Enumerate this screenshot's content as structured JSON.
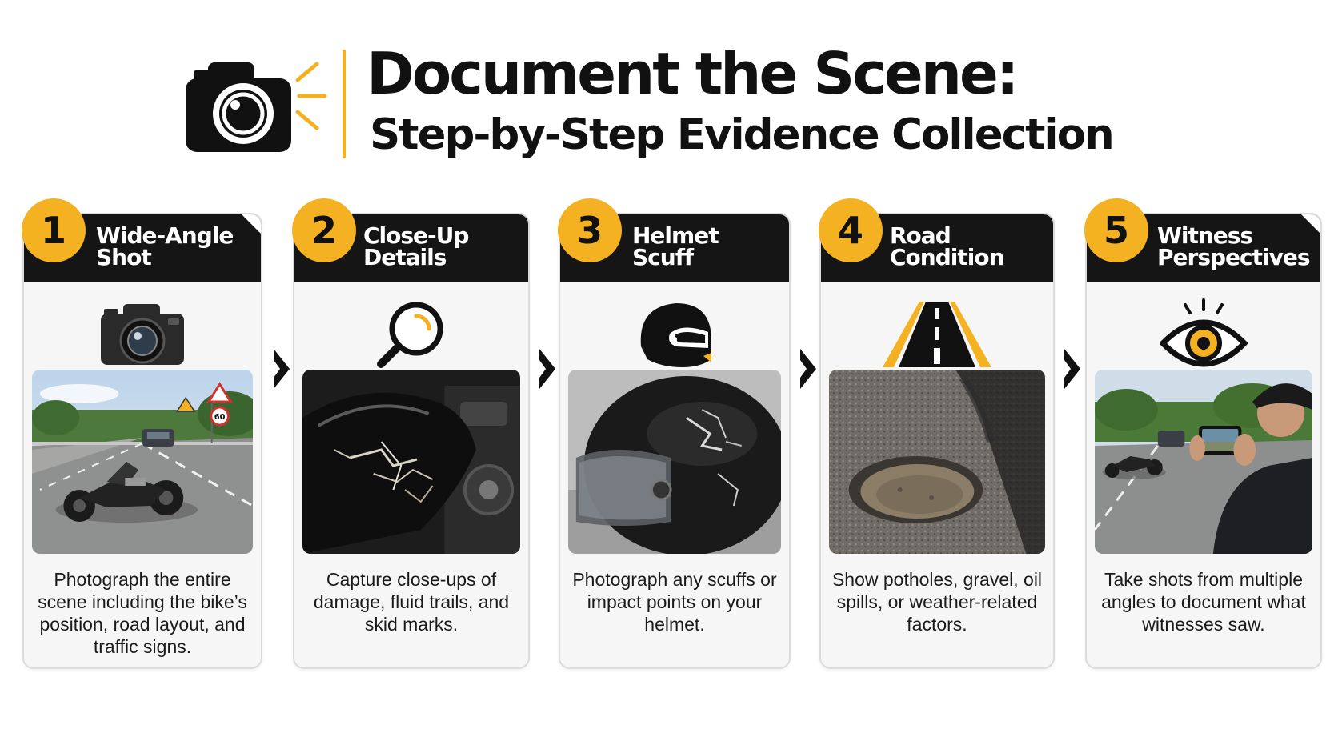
{
  "header": {
    "title": "Document the Scene:",
    "subtitle": "Step-by-Step Evidence Collection",
    "icon": "camera-icon"
  },
  "colors": {
    "accent": "#f4b223",
    "bar": "#151515",
    "card_bg": "#f6f6f6",
    "text": "#111111"
  },
  "steps": [
    {
      "number": "1",
      "title_line1": "Wide-Angle",
      "title_line2": "Shot",
      "icon": "camera-icon",
      "description": "Photograph the entire scene including the bike’s position, road layout, and traffic signs."
    },
    {
      "number": "2",
      "title_line1": "Close-Up Details",
      "title_line2": "",
      "icon": "magnifier-icon",
      "description": "Capture close-ups of damage, fluid trails, and skid marks."
    },
    {
      "number": "3",
      "title_line1": "Helmet Scuff",
      "title_line2": "",
      "icon": "helmet-icon",
      "description": "Photograph any scuffs or impact points on your helmet."
    },
    {
      "number": "4",
      "title_line1": "Road Condition",
      "title_line2": "",
      "icon": "road-icon",
      "description": "Show potholes, gravel, oil spills, or weather-related factors."
    },
    {
      "number": "5",
      "title_line1": "Witness",
      "title_line2": "Perspectives",
      "icon": "eye-icon",
      "description": "Take shots from multiple angles to document what witnesses saw."
    }
  ],
  "photo_signs": {
    "speed_limit": "60"
  }
}
